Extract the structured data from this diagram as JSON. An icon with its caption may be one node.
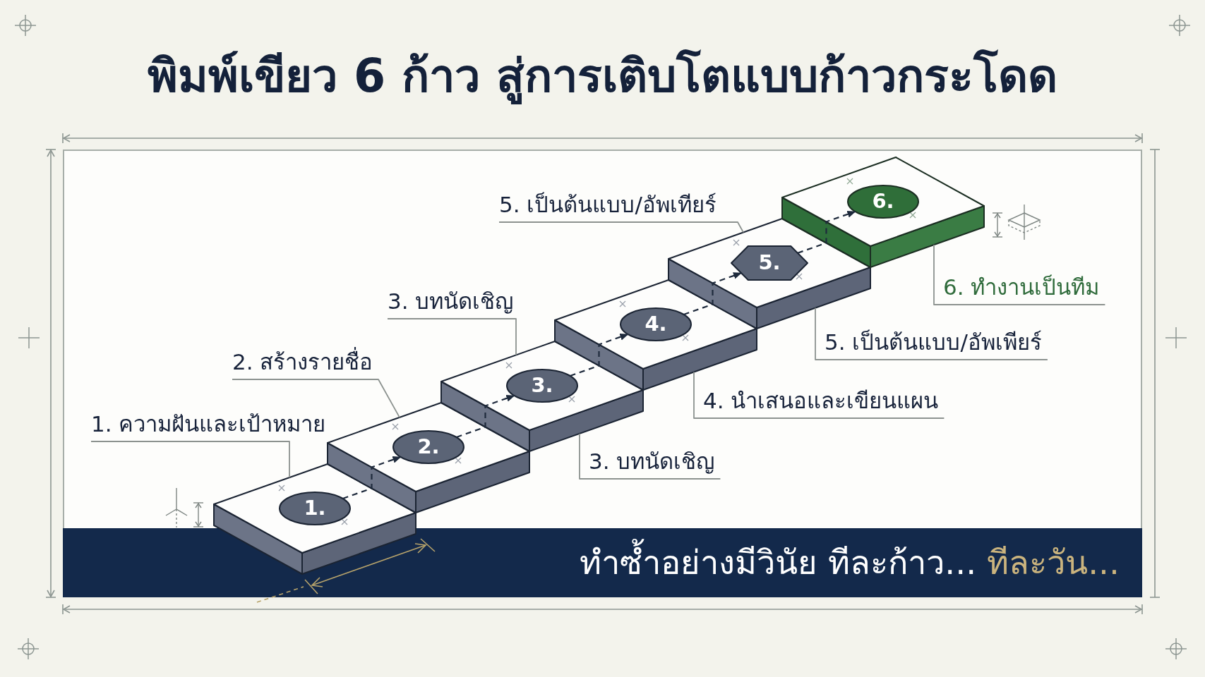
{
  "diagram": {
    "title": "พิมพ์เขียว 6 ก้าว สู่การเติบโตแบบก้าวกระโดด",
    "nodes": [
      {
        "text": [],
        "shape": "box"
      },
      {
        "text": [
          "1."
        ],
        "in": 0
      },
      {
        "text": [],
        "shape": "box"
      },
      {
        "text": [
          "2."
        ],
        "in": 2
      },
      {
        "text": [],
        "shape": "box"
      },
      {
        "text": [
          "3."
        ],
        "in": 4
      },
      {
        "text": [],
        "shape": "box"
      },
      {
        "text": [
          "4."
        ],
        "in": 6
      },
      {
        "text": [],
        "shape": "box"
      },
      {
        "text": [
          "5."
        ],
        "in": 8
      },
      {
        "text": [],
        "shape": "box"
      },
      {
        "text": [
          "6."
        ],
        "in": 10
      },
      {
        "text": [
          "1. ความฝันและเป้าหมาย"
        ]
      },
      {
        "text": [
          "2. สร้างรายชื่อ"
        ]
      },
      {
        "text": [
          "3. บทนัดเชิญ"
        ]
      },
      {
        "text": [
          "5. เป็นต้นแบบ/อัพเทียร์"
        ]
      },
      {
        "text": [
          "6. ทำงานเป็นทีม"
        ]
      },
      {
        "text": [
          "5. เป็นต้นแบบ/อัพเพียร์"
        ]
      },
      {
        "text": [
          "4. นำเสนอและเขียนแผน"
        ]
      },
      {
        "text": [
          "3. บทนัดเชิญ"
        ]
      },
      {
        "text": [
          "ทำซ้ำอย่างมีวินัย ทีละก้าว...",
          "ทีละวัน..."
        ]
      }
    ],
    "edges": [
      {
        "from": 1,
        "to": 3,
        "arrow": "to",
        "style": "dashed",
        "color": "#1e2a3c"
      },
      {
        "from": 3,
        "to": 5,
        "arrow": "to",
        "style": "dashed",
        "color": "#1e2a3c"
      },
      {
        "from": 5,
        "to": 7,
        "arrow": "to",
        "style": "dashed",
        "color": "#1e2a3c"
      },
      {
        "from": 7,
        "to": 9,
        "arrow": "to",
        "style": "dashed",
        "color": "#1e2a3c"
      },
      {
        "from": 9,
        "to": 11,
        "arrow": "to",
        "style": "dashed",
        "color": "#1e2a3c"
      },
      {
        "from": 12,
        "to": 0,
        "arrow": "none"
      },
      {
        "from": 13,
        "to": 2,
        "arrow": "none"
      },
      {
        "from": 14,
        "to": 4,
        "arrow": "none"
      },
      {
        "from": 15,
        "to": 8,
        "arrow": "none"
      },
      {
        "from": 16,
        "to": 10,
        "arrow": "none"
      },
      {
        "from": 17,
        "to": 8,
        "arrow": "none"
      },
      {
        "from": 18,
        "to": 6,
        "arrow": "none"
      },
      {
        "from": 19,
        "to": 4,
        "arrow": "none"
      }
    ]
  }
}
